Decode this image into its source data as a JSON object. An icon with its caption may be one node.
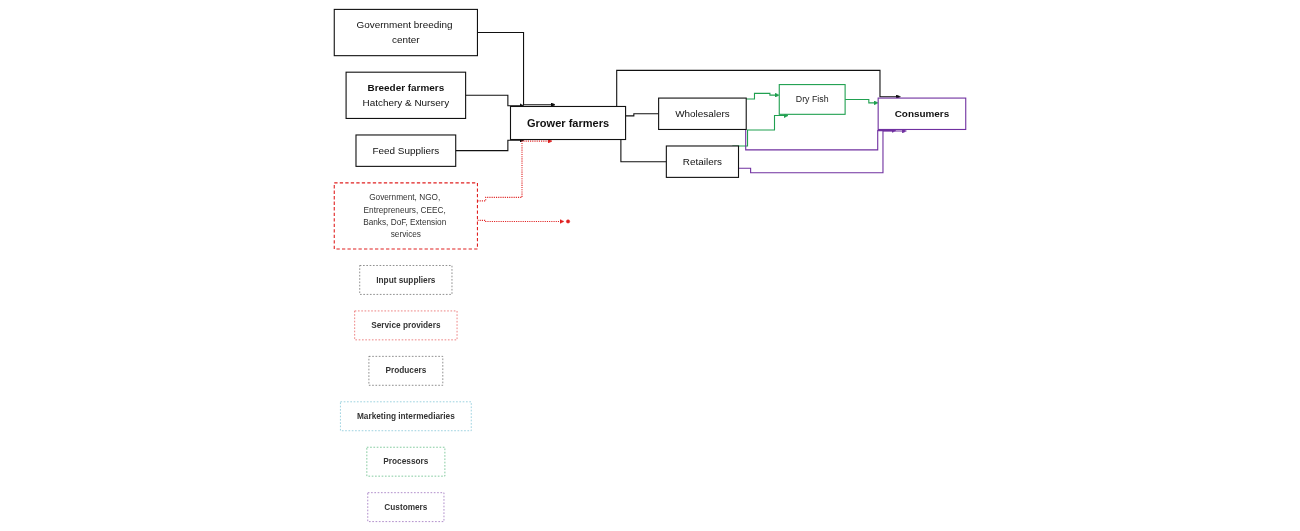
{
  "diagram": {
    "nodes": [
      {
        "text": [
          "Government breeding center"
        ]
      },
      {
        "text": [
          "Breeder farmers",
          "Hatchery & Nursery"
        ]
      },
      {
        "text": [
          "Feed Suppliers"
        ]
      },
      {
        "text": [
          "Government, NGO, Entrepreneurs, CEEC, Banks, DoF, Extension services"
        ]
      },
      {
        "text": [
          "Grower farmers"
        ]
      },
      {
        "text": [
          "Wholesalers"
        ]
      },
      {
        "text": [
          "Retailers"
        ]
      },
      {
        "text": [
          "Dry Fish"
        ]
      },
      {
        "text": [
          "Consumers"
        ]
      },
      {
        "text": [
          "Input suppliers"
        ]
      },
      {
        "text": [
          "Service providers"
        ]
      },
      {
        "text": [
          "Producers"
        ]
      },
      {
        "text": [
          "Marketing intermediaries"
        ]
      },
      {
        "text": [
          "Processors"
        ]
      },
      {
        "text": [
          "Customers"
        ]
      }
    ],
    "edges": [
      {
        "from": 0,
        "to": 4,
        "arrow": "to"
      },
      {
        "from": 1,
        "to": 4,
        "arrow": "to"
      },
      {
        "from": 2,
        "to": 4,
        "arrow": "to"
      },
      {
        "from": 3,
        "to": null,
        "arrow": "to",
        "style": "dashed",
        "color": "#e02020"
      },
      {
        "from": 3,
        "to": 4,
        "arrow": "to",
        "style": "dashed",
        "color": "#e02020"
      },
      {
        "from": 4,
        "to": 5,
        "arrow": "none"
      },
      {
        "from": 4,
        "to": 6,
        "arrow": "none"
      },
      {
        "from": 4,
        "to": 8,
        "arrow": "to"
      },
      {
        "from": 5,
        "to": 7,
        "arrow": "to",
        "color": "#20a050"
      },
      {
        "from": 6,
        "to": 7,
        "arrow": "to",
        "color": "#20a050"
      },
      {
        "from": 7,
        "to": 8,
        "arrow": "to",
        "color": "#20a050"
      },
      {
        "from": 5,
        "to": 8,
        "arrow": "to",
        "color": "#7030a0"
      },
      {
        "from": 6,
        "to": 8,
        "arrow": "to",
        "color": "#7030a0"
      }
    ]
  }
}
